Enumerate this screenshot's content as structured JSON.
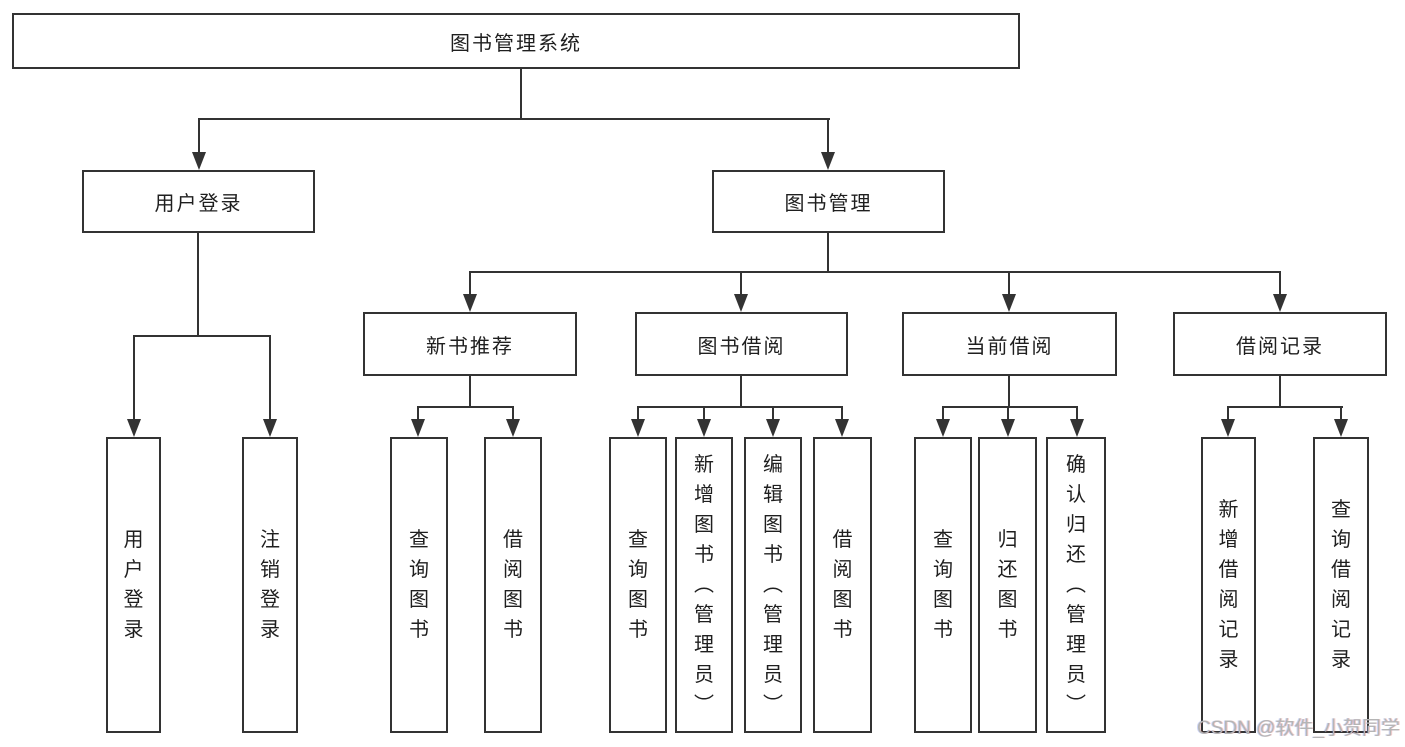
{
  "colors": {
    "background": "#ffffff",
    "line": "#333333",
    "text": "#1f1f1f",
    "watermark": "#b5b5b5"
  },
  "watermark": {
    "text": "CSDN @软件_小贺同学"
  },
  "tree": {
    "label": "图书管理系统",
    "children": [
      {
        "label": "用户登录",
        "children": [
          {
            "label": "用户登录"
          },
          {
            "label": "注销登录"
          }
        ]
      },
      {
        "label": "图书管理",
        "children": [
          {
            "label": "新书推荐",
            "children": [
              {
                "label": "查询图书"
              },
              {
                "label": "借阅图书"
              }
            ]
          },
          {
            "label": "图书借阅",
            "children": [
              {
                "label": "查询图书"
              },
              {
                "label": "新增图书（管理员）"
              },
              {
                "label": "编辑图书（管理员）"
              },
              {
                "label": "借阅图书"
              }
            ]
          },
          {
            "label": "当前借阅",
            "children": [
              {
                "label": "查询图书"
              },
              {
                "label": "归还图书"
              },
              {
                "label": "确认归还（管理员）"
              }
            ]
          },
          {
            "label": "借阅记录",
            "children": [
              {
                "label": "新增借阅记录"
              },
              {
                "label": "查询借阅记录"
              }
            ]
          }
        ]
      }
    ]
  }
}
